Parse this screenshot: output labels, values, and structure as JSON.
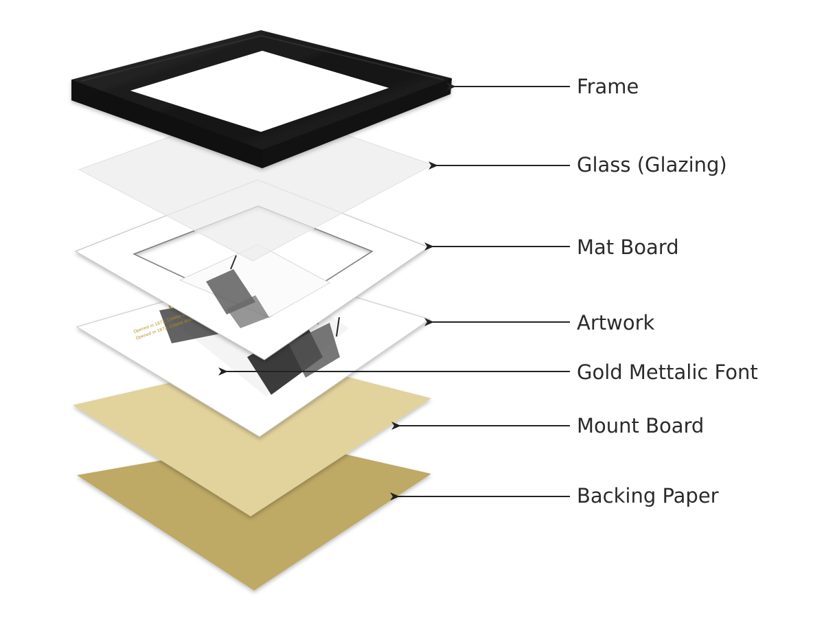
{
  "labels": {
    "frame": "Frame",
    "glass": "Glass (Glazing)",
    "mat": "Mat Board",
    "artwork": "Artwork",
    "gold_font": "Gold Mettalic Font",
    "mount": "Mount Board",
    "backing": "Backing Paper"
  },
  "artwork": {
    "caption_title": "Colaba Railway Station - 1902",
    "caption_text": "Opened in 1872, Colaba station was the start point of the line; it closed in 1930."
  },
  "colors": {
    "frame": "#1b1b1b",
    "glass": "#ededed",
    "mat": "#ffffff",
    "artwork_paper": "#ffffff",
    "gold_text": "#b8901e",
    "mount": "#e2d29c",
    "backing": "#bea965",
    "arrow": "#222222",
    "label_text": "#2a2a2a"
  }
}
